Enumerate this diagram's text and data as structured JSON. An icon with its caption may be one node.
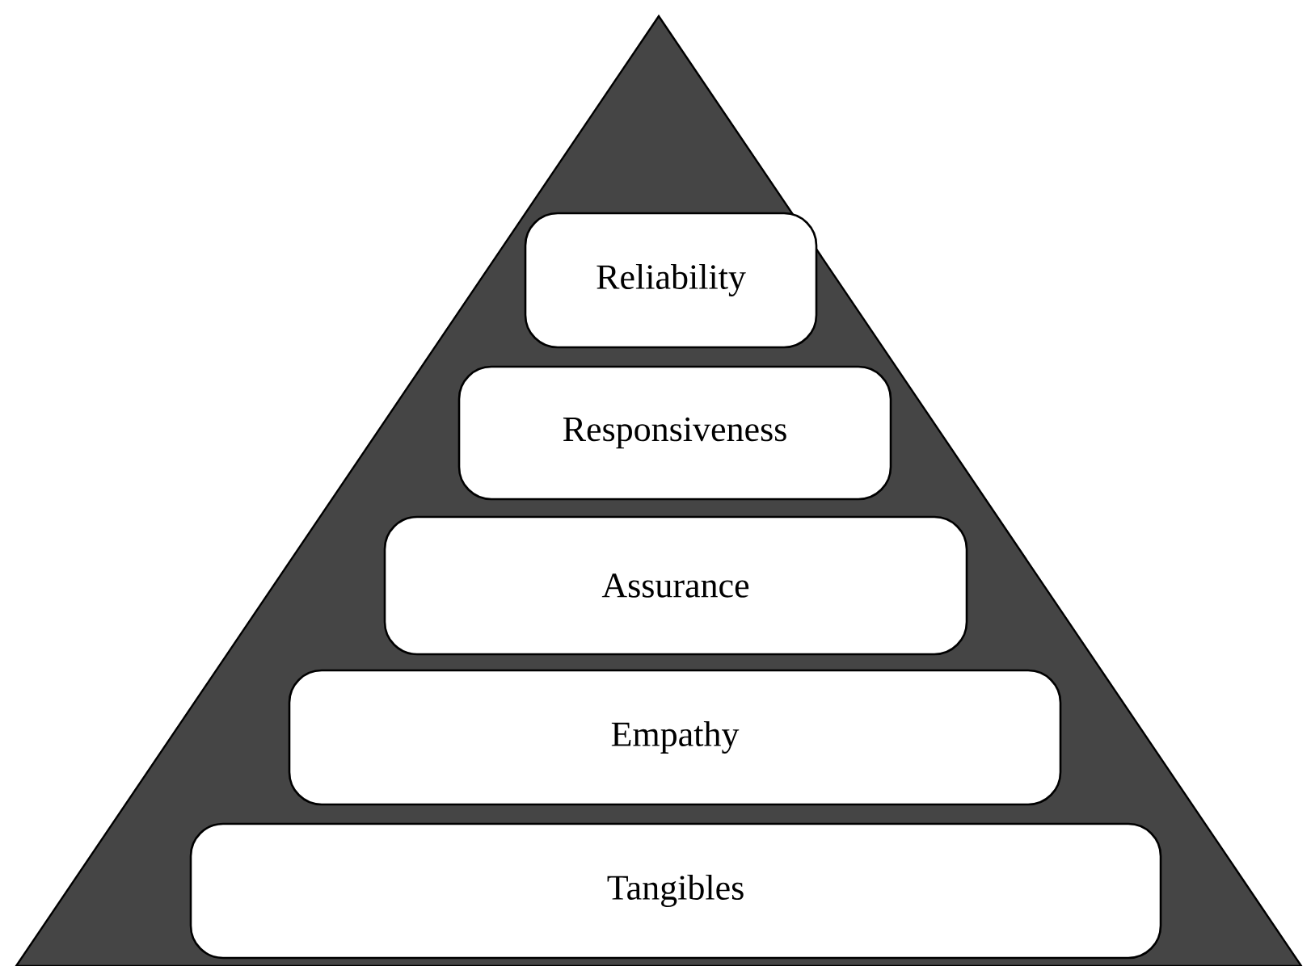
{
  "diagram": {
    "nodes": [
      {
        "text": [],
        "shape": "triangle"
      },
      {
        "text": [
          "Reliability"
        ],
        "in": 0
      },
      {
        "text": [
          "Responsiveness"
        ],
        "in": 0
      },
      {
        "text": [
          "Assurance"
        ],
        "in": 0
      },
      {
        "text": [
          "Empathy"
        ],
        "in": 0
      },
      {
        "text": [
          "Tangibles"
        ],
        "in": 0
      }
    ]
  }
}
